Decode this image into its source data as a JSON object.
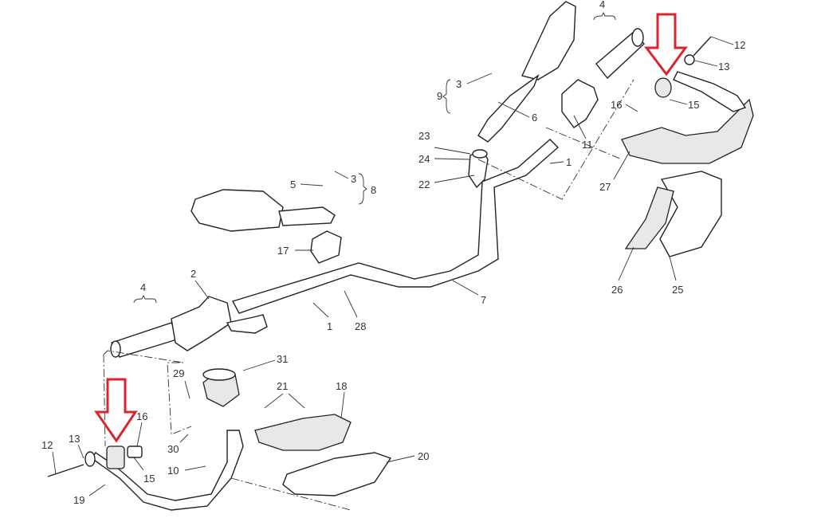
{
  "diagram": {
    "labels": [
      {
        "id": "lbl-4-right",
        "text": "4"
      },
      {
        "id": "lbl-12-right",
        "text": "12"
      },
      {
        "id": "lbl-13-right",
        "text": "13"
      },
      {
        "id": "lbl-15-right",
        "text": "15"
      },
      {
        "id": "lbl-16-right",
        "text": "16"
      },
      {
        "id": "lbl-3-upper",
        "text": "3"
      },
      {
        "id": "lbl-9",
        "text": "9"
      },
      {
        "id": "lbl-6",
        "text": "6"
      },
      {
        "id": "lbl-11",
        "text": "11"
      },
      {
        "id": "lbl-1-upper",
        "text": "1"
      },
      {
        "id": "lbl-23",
        "text": "23"
      },
      {
        "id": "lbl-24",
        "text": "24"
      },
      {
        "id": "lbl-22",
        "text": "22"
      },
      {
        "id": "lbl-27",
        "text": "27"
      },
      {
        "id": "lbl-3-lower",
        "text": "3"
      },
      {
        "id": "lbl-5",
        "text": "5"
      },
      {
        "id": "lbl-8",
        "text": "8"
      },
      {
        "id": "lbl-17",
        "text": "17"
      },
      {
        "id": "lbl-2",
        "text": "2"
      },
      {
        "id": "lbl-4-left",
        "text": "4"
      },
      {
        "id": "lbl-7",
        "text": "7"
      },
      {
        "id": "lbl-1-lower",
        "text": "1"
      },
      {
        "id": "lbl-28",
        "text": "28"
      },
      {
        "id": "lbl-26",
        "text": "26"
      },
      {
        "id": "lbl-25",
        "text": "25"
      },
      {
        "id": "lbl-31",
        "text": "31"
      },
      {
        "id": "lbl-29",
        "text": "29"
      },
      {
        "id": "lbl-21",
        "text": "21"
      },
      {
        "id": "lbl-18",
        "text": "18"
      },
      {
        "id": "lbl-16-left",
        "text": "16"
      },
      {
        "id": "lbl-13-left",
        "text": "13"
      },
      {
        "id": "lbl-12-left",
        "text": "12"
      },
      {
        "id": "lbl-30",
        "text": "30"
      },
      {
        "id": "lbl-15-left",
        "text": "15"
      },
      {
        "id": "lbl-10",
        "text": "10"
      },
      {
        "id": "lbl-19",
        "text": "19"
      },
      {
        "id": "lbl-20",
        "text": "20"
      }
    ],
    "highlight_color": "#d8262c"
  }
}
